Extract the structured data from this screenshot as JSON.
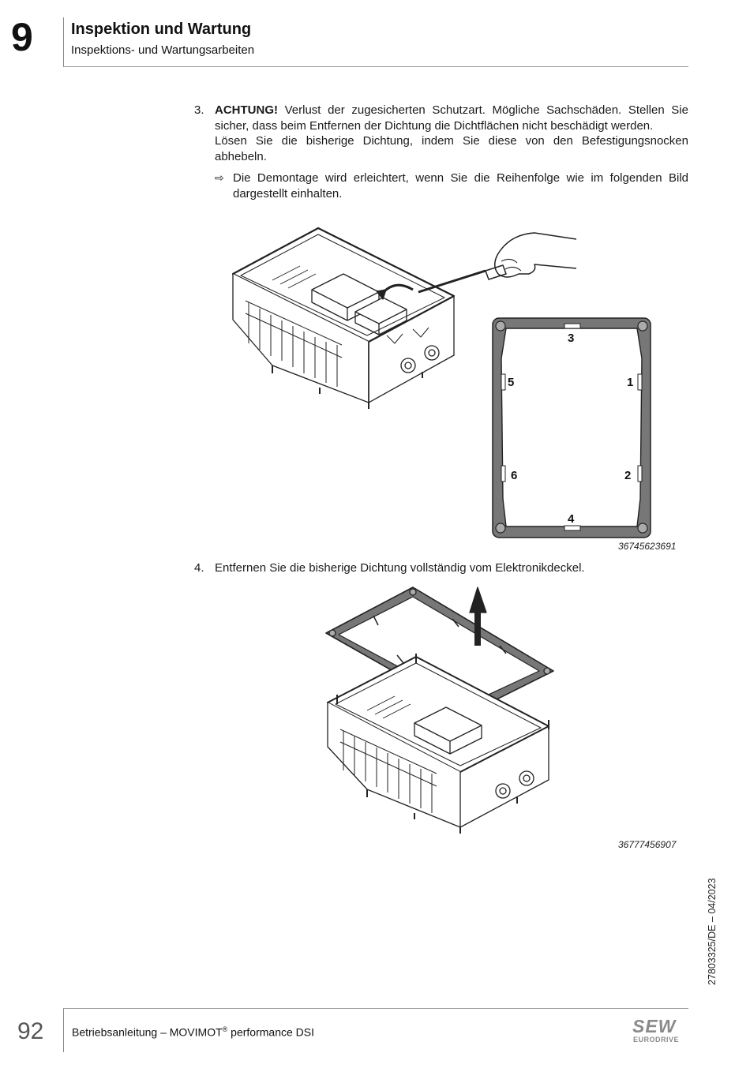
{
  "header": {
    "chapter_number": "9",
    "title": "Inspektion und Wartung",
    "subtitle": "Inspektions- und Wartungsarbeiten"
  },
  "steps": [
    {
      "number": "3.",
      "warning_label": "ACHTUNG!",
      "warning_text": " Verlust der zugesicherten Schutzart. Mögliche Sachschäden. Stellen Sie sicher, dass beim Entfernen der Dichtung die Dichtflächen nicht beschädigt werden.",
      "instruction": "Lösen Sie die bisherige Dichtung, indem Sie diese von den Befestigungsnocken abhebeln.",
      "hint_icon": "hollow-arrow-right-icon",
      "hint": "Die Demontage wird erleichtert, wenn Sie die Reihenfolge wie im folgenden Bild dargestellt einhalten.",
      "figure_id": "36745623691",
      "gasket_labels": [
        "1",
        "2",
        "3",
        "4",
        "5",
        "6"
      ]
    },
    {
      "number": "4.",
      "instruction": "Entfernen Sie die bisherige Dichtung vollständig vom Elektronikdeckel.",
      "figure_id": "36777456907"
    }
  ],
  "footer": {
    "page_number": "92",
    "doc_title_prefix": "Betriebsanleitung – MOVIMOT",
    "doc_title_sup": "®",
    "doc_title_suffix": " performance DSI",
    "doc_id": "27803325/DE – 04/2023",
    "logo_text": "SEW",
    "logo_subtext": "EURODRIVE"
  }
}
